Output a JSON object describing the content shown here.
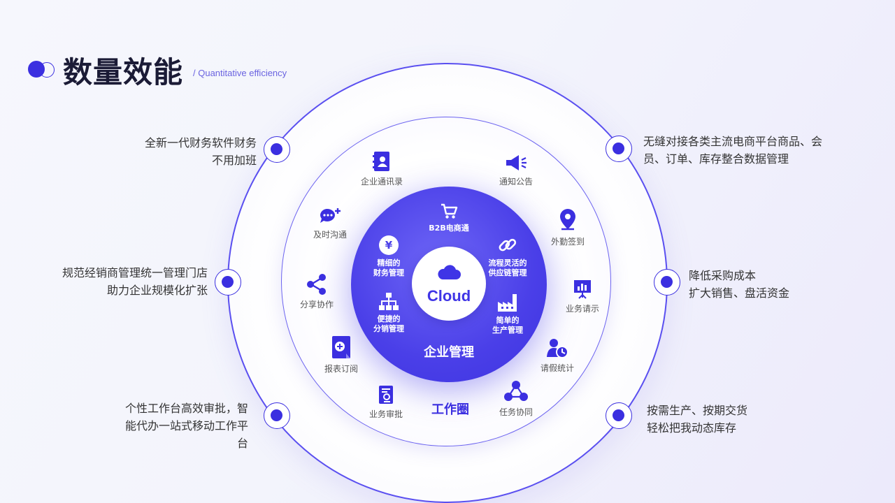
{
  "header": {
    "title": "数量效能",
    "subtitle": "/ Quantitative efficiency"
  },
  "core": {
    "center_label": "Cloud",
    "title": "企业管理",
    "items": [
      {
        "label": "B2B电商通",
        "icon": "cart-icon"
      },
      {
        "label": "精细的\n财务管理",
        "icon": "yen-icon"
      },
      {
        "label": "流程灵活的\n供应链管理",
        "icon": "link-icon"
      },
      {
        "label": "便捷的\n分销管理",
        "icon": "hierarchy-icon"
      },
      {
        "label": "简单的\n生产管理",
        "icon": "factory-icon"
      }
    ]
  },
  "ring": {
    "title": "工作圈",
    "items": [
      {
        "label": "企业通讯录",
        "icon": "contacts-icon"
      },
      {
        "label": "通知公告",
        "icon": "megaphone-icon"
      },
      {
        "label": "外勤签到",
        "icon": "location-icon"
      },
      {
        "label": "业务请示",
        "icon": "presentation-icon"
      },
      {
        "label": "请假统计",
        "icon": "user-clock-icon"
      },
      {
        "label": "任务协同",
        "icon": "team-icon"
      },
      {
        "label": "业务审批",
        "icon": "approval-icon"
      },
      {
        "label": "报表订阅",
        "icon": "report-icon"
      },
      {
        "label": "分享协作",
        "icon": "share-icon"
      },
      {
        "label": "及时沟通",
        "icon": "chat-icon"
      }
    ]
  },
  "benefits": {
    "left_top": "全新一代财务软件财务\n不用加班",
    "left_mid": "规范经销商管理统一管理门店\n助力企业规模化扩张",
    "left_bottom": "个性工作台高效审批，智\n能代办一站式移动工作平\n台",
    "right_top": "无缝对接各类主流电商平台商品、会\n员、订单、库存整合数据管理",
    "right_mid": "降低采购成本\n扩大销售、盘活资金",
    "right_bottom": "按需生产、按期交货\n轻松把我动态库存"
  },
  "colors": {
    "accent": "#3b2fe0",
    "core": "#4a3fe8",
    "text": "#333333"
  }
}
